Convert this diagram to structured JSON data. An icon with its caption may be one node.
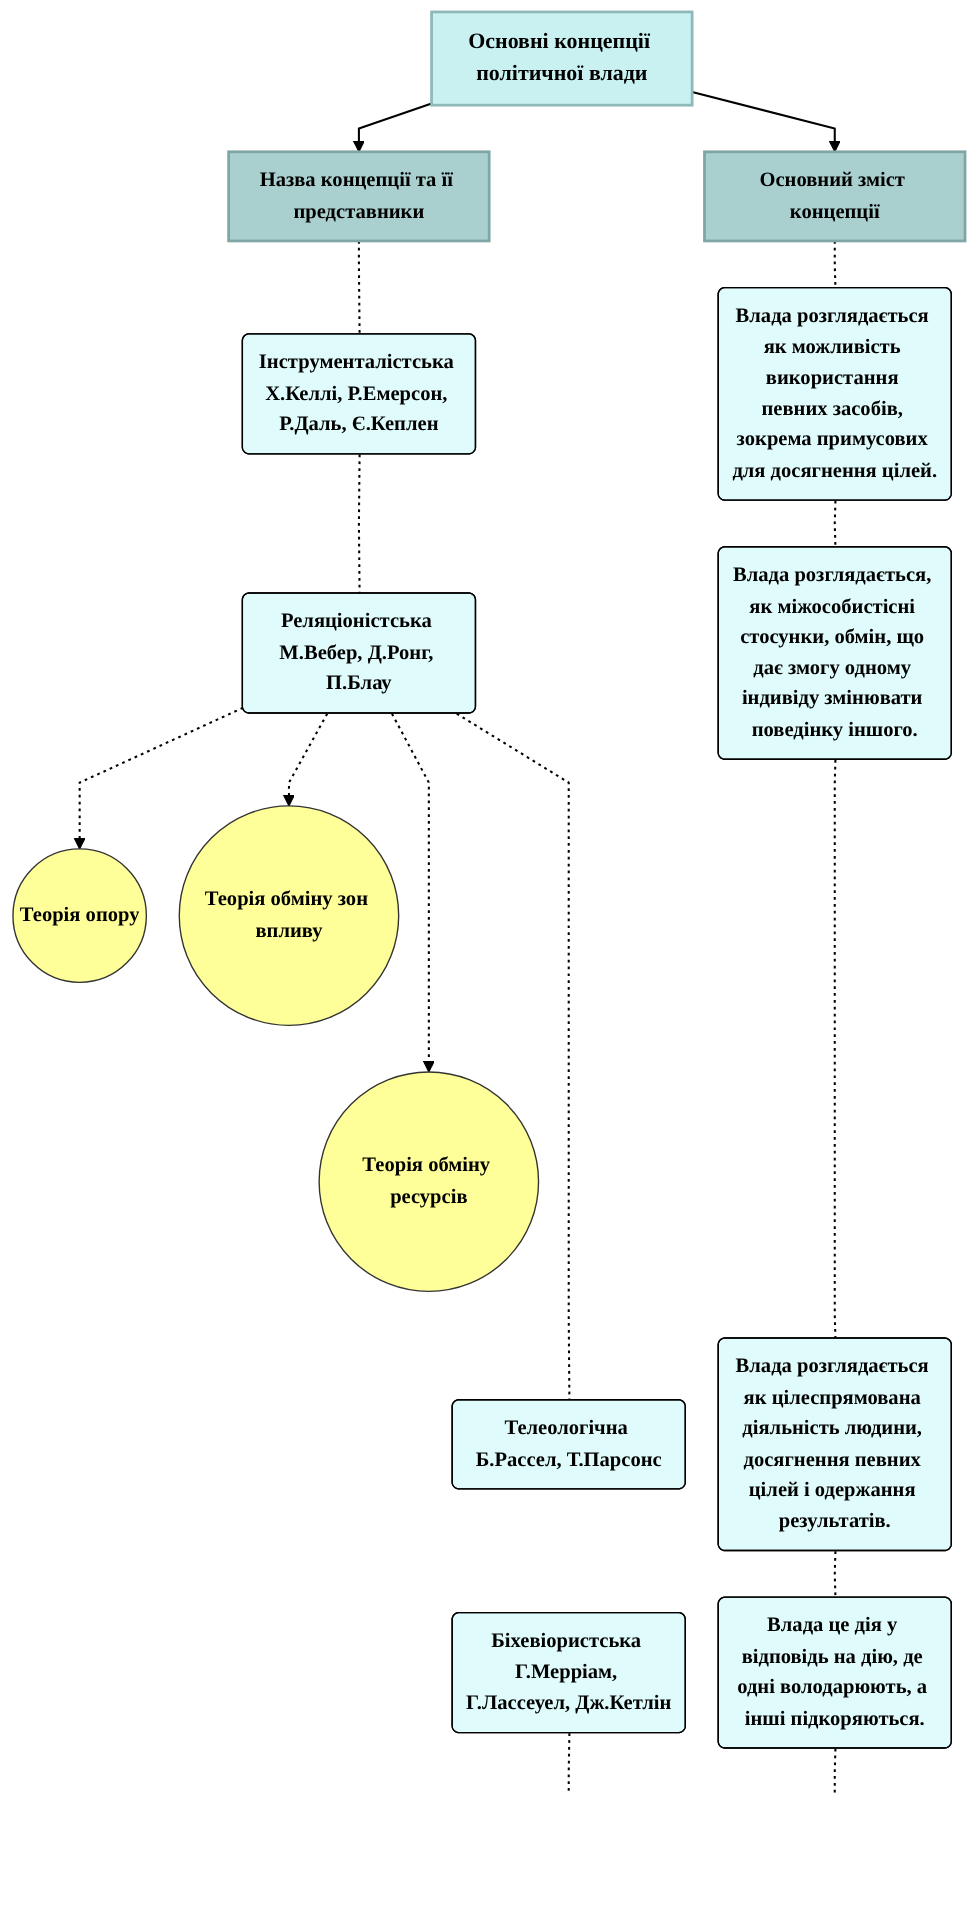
{
  "diagram": {
    "nodes": [
      {
        "text": [
          "Основні концепції політичної влади"
        ]
      },
      {
        "text": [
          "Назва концепції та її представники"
        ]
      },
      {
        "text": [
          "Основний зміст концепції"
        ]
      },
      {
        "text": [
          "Інструменталістська Х.Келлі, Р.Емерсон, Р.Даль, Є.Кеплен"
        ]
      },
      {
        "text": [
          "Влада розглядається як можливість використання певних засобів, зокрема примусових для досягнення цілей."
        ]
      },
      {
        "text": [
          "Реляціоністська М.Вебер, Д.Ронг, П.Блау"
        ]
      },
      {
        "text": [
          "Влада розглядається, як міжособистісні стосунки, обмін, що дає змогу одному індивіду змінювати поведінку іншого."
        ]
      },
      {
        "text": [
          "Теорія опору"
        ]
      },
      {
        "text": [
          "Теорія обміну ресурсів"
        ]
      },
      {
        "text": [
          "Теорія обміну зон впливу"
        ]
      },
      {
        "text": [
          "Телеологічна Б.Рассел, Т.Парсонс"
        ]
      },
      {
        "text": [
          "Влада розглядається як цілеспрямована діяльність людини, досягнення певних цілей і одержання результатів."
        ]
      },
      {
        "text": [
          "Біхевіористська Г.Мерріам, Г.Лассеуел, Дж.Кетлін"
        ]
      },
      {
        "text": [
          "Влада це дія у відповідь на дію, де одні володарюють, а інші підкоряються."
        ]
      }
    ],
    "edges": [
      {
        "from": 0,
        "to": 1,
        "arrow": "to"
      },
      {
        "from": 0,
        "to": 2,
        "arrow": "to"
      },
      {
        "from": 1,
        "to": 3,
        "arrow": "none",
        "style": "dashed"
      },
      {
        "from": 2,
        "to": 4,
        "arrow": "none",
        "style": "dashed"
      },
      {
        "from": 3,
        "to": 5,
        "arrow": "none",
        "style": "dashed"
      },
      {
        "from": 4,
        "to": 6,
        "arrow": "none",
        "style": "dashed"
      },
      {
        "from": 5,
        "to": 7,
        "arrow": "to",
        "style": "dashed"
      },
      {
        "from": 5,
        "to": 8,
        "arrow": "to",
        "style": "dashed"
      },
      {
        "from": 5,
        "to": 9,
        "arrow": "to",
        "style": "dashed"
      },
      {
        "from": 5,
        "to": 10,
        "arrow": "none",
        "style": "dashed"
      },
      {
        "from": 6,
        "to": 11,
        "arrow": "none",
        "style": "dashed"
      },
      {
        "from": 11,
        "to": 13,
        "arrow": "none",
        "style": "dashed"
      },
      {
        "from": 12,
        "to": null,
        "arrow": "none",
        "style": "dashed"
      },
      {
        "from": 13,
        "to": null,
        "arrow": "none",
        "style": "dashed"
      }
    ]
  }
}
